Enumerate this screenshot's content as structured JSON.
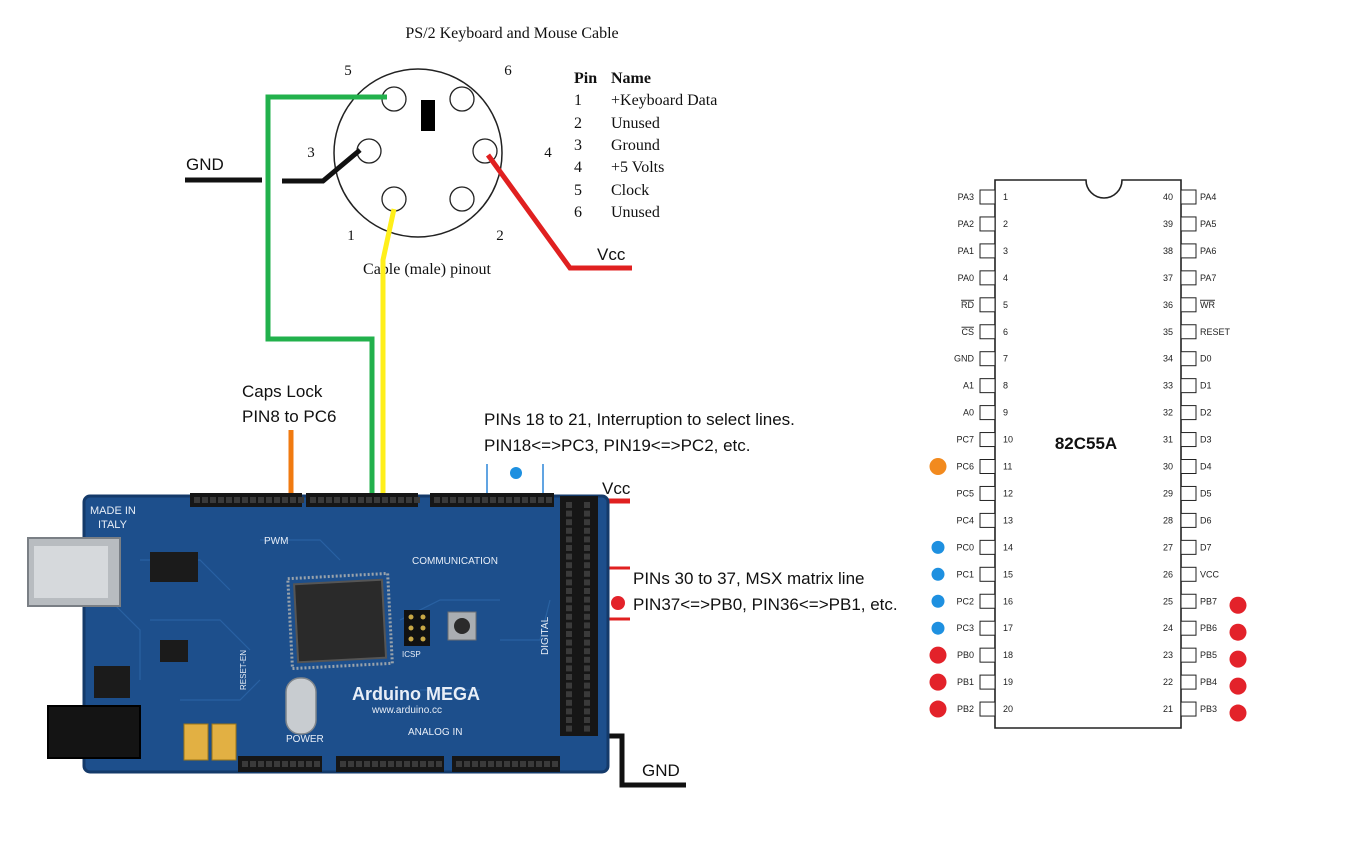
{
  "ps2": {
    "title": "PS/2 Keyboard and Mouse Cable",
    "pin_numbers": [
      "5",
      "6",
      "3",
      "4",
      "1",
      "2"
    ],
    "caption": "Cable (male) pinout",
    "table_header_pin": "Pin",
    "table_header_name": "Name",
    "table": [
      {
        "pin": "1",
        "name": "+Keyboard Data"
      },
      {
        "pin": "2",
        "name": "Unused"
      },
      {
        "pin": "3",
        "name": "Ground"
      },
      {
        "pin": "4",
        "name": "+5 Volts"
      },
      {
        "pin": "5",
        "name": "Clock"
      },
      {
        "pin": "6",
        "name": "Unused"
      }
    ]
  },
  "labels": {
    "gnd_top": "GND",
    "vcc_top": "Vcc",
    "caps_line1": "Caps Lock",
    "caps_line2": "PIN8 to PC6",
    "interrupt_line1": "PINs 18 to 21, Interruption to select lines.",
    "interrupt_line2": "PIN18<=>PC3, PIN19<=>PC2, etc.",
    "vcc_board": "Vcc",
    "matrix_line1": "PINs 30 to 37, MSX matrix line",
    "matrix_line2": "PIN37<=>PB0, PIN36<=>PB1, etc.",
    "gnd_board": "GND"
  },
  "board": {
    "name": "Arduino MEGA",
    "url": "www.arduino.cc",
    "made_in_1": "MADE IN",
    "made_in_2": "ITALY",
    "pwm": "PWM",
    "communication": "COMMUNICATION",
    "digital": "DIGITAL",
    "analog_in": "ANALOG IN",
    "power": "POWER",
    "icsp": "ICSP",
    "reset_en": "RESET-EN"
  },
  "chip": {
    "name": "82C55A",
    "left_pins": [
      {
        "num": "1",
        "label": "PA3"
      },
      {
        "num": "2",
        "label": "PA2"
      },
      {
        "num": "3",
        "label": "PA1"
      },
      {
        "num": "4",
        "label": "PA0"
      },
      {
        "num": "5",
        "label": "RD"
      },
      {
        "num": "6",
        "label": "CS"
      },
      {
        "num": "7",
        "label": "GND"
      },
      {
        "num": "8",
        "label": "A1"
      },
      {
        "num": "9",
        "label": "A0"
      },
      {
        "num": "10",
        "label": "PC7"
      },
      {
        "num": "11",
        "label": "PC6"
      },
      {
        "num": "12",
        "label": "PC5"
      },
      {
        "num": "13",
        "label": "PC4"
      },
      {
        "num": "14",
        "label": "PC0"
      },
      {
        "num": "15",
        "label": "PC1"
      },
      {
        "num": "16",
        "label": "PC2"
      },
      {
        "num": "17",
        "label": "PC3"
      },
      {
        "num": "18",
        "label": "PB0"
      },
      {
        "num": "19",
        "label": "PB1"
      },
      {
        "num": "20",
        "label": "PB2"
      }
    ],
    "right_pins": [
      {
        "num": "40",
        "label": "PA4"
      },
      {
        "num": "39",
        "label": "PA5"
      },
      {
        "num": "38",
        "label": "PA6"
      },
      {
        "num": "37",
        "label": "PA7"
      },
      {
        "num": "36",
        "label": "WR"
      },
      {
        "num": "35",
        "label": "RESET"
      },
      {
        "num": "34",
        "label": "D0"
      },
      {
        "num": "33",
        "label": "D1"
      },
      {
        "num": "32",
        "label": "D2"
      },
      {
        "num": "31",
        "label": "D3"
      },
      {
        "num": "30",
        "label": "D4"
      },
      {
        "num": "29",
        "label": "D5"
      },
      {
        "num": "28",
        "label": "D6"
      },
      {
        "num": "27",
        "label": "D7"
      },
      {
        "num": "26",
        "label": "VCC"
      },
      {
        "num": "25",
        "label": "PB7"
      },
      {
        "num": "24",
        "label": "PB6"
      },
      {
        "num": "23",
        "label": "PB5"
      },
      {
        "num": "22",
        "label": "PB4"
      },
      {
        "num": "21",
        "label": "PB3"
      }
    ]
  },
  "colors": {
    "gnd_wire": "#111111",
    "vcc_wire": "#e02020",
    "clock_wire": "#22b14c",
    "data_wire": "#ffef1a",
    "caps_wire": "#f07a10",
    "interrupt_dot": "#1e90e0",
    "matrix_dot": "#e3222a",
    "caps_dot": "#f28a1e",
    "board_blue": "#1d4f8c"
  }
}
